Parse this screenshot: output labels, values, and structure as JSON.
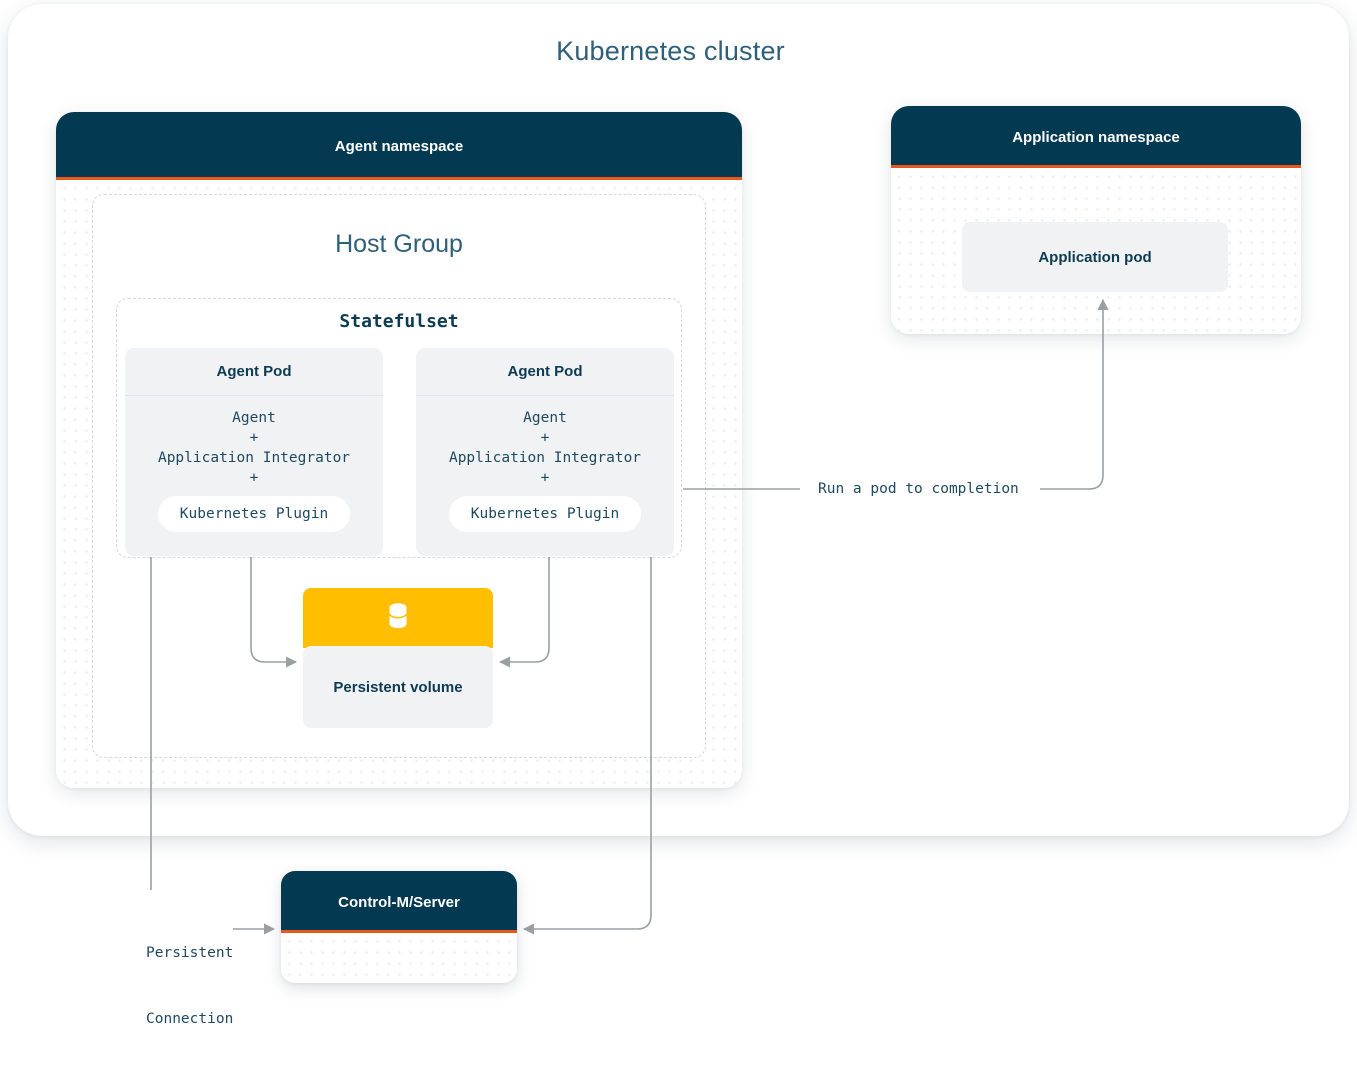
{
  "diagram": {
    "title": "Kubernetes cluster",
    "accent_navy": "#043a51",
    "accent_orange": "#e8571b",
    "accent_amber": "#ffbe00",
    "panel_gray": "#f1f2f4",
    "text_navy": "#0d3b52",
    "connector_gray": "#9a9fa4"
  },
  "agent_namespace": {
    "header": "Agent namespace",
    "host_group": {
      "title": "Host Group",
      "statefulset": {
        "title": "Statefulset",
        "pods": [
          {
            "header": "Agent Pod",
            "lines": [
              "Agent",
              "+",
              "Application Integrator",
              "+"
            ],
            "plugin": "Kubernetes Plugin"
          },
          {
            "header": "Agent Pod",
            "lines": [
              "Agent",
              "+",
              "Application Integrator",
              "+"
            ],
            "plugin": "Kubernetes Plugin"
          }
        ]
      },
      "persistent_volume": {
        "label": "Persistent volume",
        "icon": "database-icon"
      }
    }
  },
  "application_namespace": {
    "header": "Application namespace",
    "pod": "Application pod"
  },
  "control_m": {
    "header": "Control-M/Server"
  },
  "connectors": {
    "run_a_pod": "Run a pod to completion",
    "persistent_connection_line1": "Persistent",
    "persistent_connection_line2": "Connection"
  }
}
